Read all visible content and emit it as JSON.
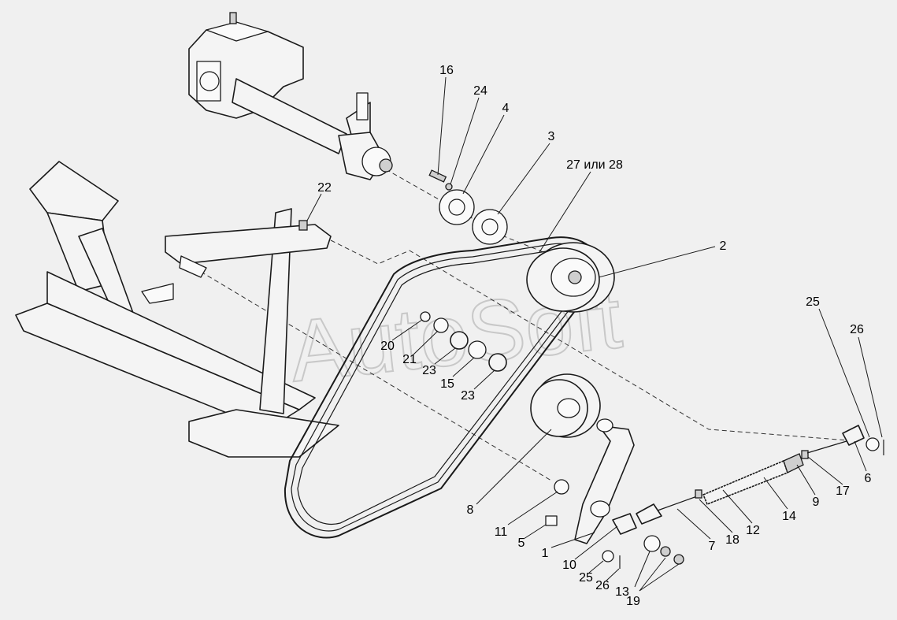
{
  "watermark": "AutoSoft",
  "callouts": [
    {
      "id": "c16",
      "text": "16"
    },
    {
      "id": "c24",
      "text": "24"
    },
    {
      "id": "c4",
      "text": "4"
    },
    {
      "id": "c3",
      "text": "3"
    },
    {
      "id": "c27",
      "text": "27 или 28"
    },
    {
      "id": "c22",
      "text": "22"
    },
    {
      "id": "c2",
      "text": "2"
    },
    {
      "id": "c20",
      "text": "20"
    },
    {
      "id": "c21",
      "text": "21"
    },
    {
      "id": "c23a",
      "text": "23"
    },
    {
      "id": "c15",
      "text": "15"
    },
    {
      "id": "c23b",
      "text": "23"
    },
    {
      "id": "c25a",
      "text": "25"
    },
    {
      "id": "c26a",
      "text": "26"
    },
    {
      "id": "c8",
      "text": "8"
    },
    {
      "id": "c11",
      "text": "11"
    },
    {
      "id": "c5",
      "text": "5"
    },
    {
      "id": "c1",
      "text": "1"
    },
    {
      "id": "c10",
      "text": "10"
    },
    {
      "id": "c25b",
      "text": "25"
    },
    {
      "id": "c26b",
      "text": "26"
    },
    {
      "id": "c13",
      "text": "13"
    },
    {
      "id": "c19",
      "text": "19"
    },
    {
      "id": "c7",
      "text": "7"
    },
    {
      "id": "c18",
      "text": "18"
    },
    {
      "id": "c12",
      "text": "12"
    },
    {
      "id": "c14",
      "text": "14"
    },
    {
      "id": "c9",
      "text": "9"
    },
    {
      "id": "c17",
      "text": "17"
    },
    {
      "id": "c6",
      "text": "6"
    }
  ]
}
